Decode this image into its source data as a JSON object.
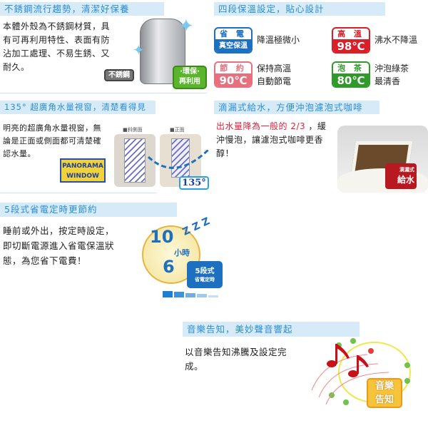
{
  "sections": {
    "stainless": {
      "title": "不銹鋼流行趨勢，清潔好保養",
      "lines": [
        "本體外殼為不銹鋼材質，具",
        "有可再利用特性、表面有防",
        "沾加工處理、不易生銹、又",
        "耐久。"
      ],
      "tag": "不銹鋼",
      "eco_badge": [
        "·環保·",
        "再利用"
      ]
    },
    "keep_warm": {
      "title": "四段保溫設定，貼心設計",
      "modes": [
        {
          "top": "省 電",
          "bottom": "真空保溫",
          "desc": [
            "降溫極微小"
          ],
          "color": "#1d6fc0"
        },
        {
          "top": "高 溫",
          "bottom": "98℃",
          "desc": [
            "沸水不降溫"
          ],
          "color": "#d81f2a"
        },
        {
          "top": "節 約",
          "bottom": "90℃",
          "desc": [
            "保持高溫",
            "自動節電"
          ],
          "color": "#e8707e"
        },
        {
          "top": "泡 茶",
          "bottom": "80℃",
          "desc": [
            "沖泡綠茶",
            "最清香"
          ],
          "color": "#2f9a2a"
        }
      ]
    },
    "window": {
      "title": "135° 超廣角水量視窗，清楚看得見",
      "lines": [
        "明亮的超廣角水量視窗，無",
        "論是正面或側面都可清楚確",
        "認水量。"
      ],
      "logo": [
        "PANORAMA",
        "WINDOW"
      ],
      "label_side": "■斜側面",
      "label_front": "■正面",
      "angle": "135°"
    },
    "drip": {
      "title": "滴漏式給水，方便沖泡濾泡式咖啡",
      "highlight": "出水量降為一般的 2/3",
      "line1_rest": " ，緩",
      "lines": [
        "沖慢泡，讓濾泡式咖啡更香",
        "醇！"
      ],
      "badge": [
        "滴漏式",
        "給水"
      ]
    },
    "timer": {
      "title": "5段式省電定時更節約",
      "lines": [
        "睡前或外出，按定時設定，",
        "即切斷電源進入省電保溫狀",
        "態，為您省下電費！"
      ],
      "hours_high": "10",
      "hours_low": "6",
      "unit": "小時",
      "zzz": "Z Z Z",
      "badge": [
        "5段式",
        "省電定時"
      ]
    },
    "music": {
      "title": "音樂告知，美妙聲音響起",
      "lines": [
        "以音樂告知沸騰及設定完",
        "成。"
      ],
      "badge": [
        "音樂",
        "告知"
      ]
    }
  }
}
